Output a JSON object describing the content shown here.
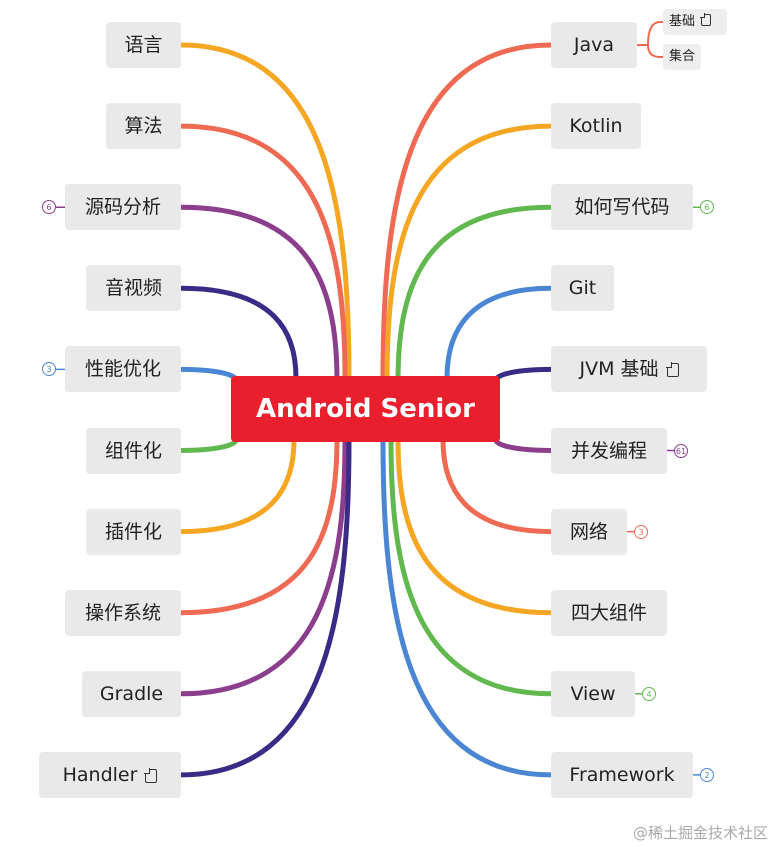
{
  "center": "Android Senior",
  "left_nodes": [
    {
      "label": "语言",
      "color": "#f5a623",
      "count": null,
      "note": false
    },
    {
      "label": "算法",
      "color": "#ee6a52",
      "count": null,
      "note": false
    },
    {
      "label": "源码分析",
      "color": "#8b3e8c",
      "count": "6",
      "note": false
    },
    {
      "label": "音视频",
      "color": "#3b2a86",
      "count": null,
      "note": false
    },
    {
      "label": "性能优化",
      "color": "#4a86d4",
      "count": "3",
      "note": false
    },
    {
      "label": "组件化",
      "color": "#61b84f",
      "count": null,
      "note": false
    },
    {
      "label": "插件化",
      "color": "#f5a623",
      "count": null,
      "note": false
    },
    {
      "label": "操作系统",
      "color": "#ee6a52",
      "count": null,
      "note": false
    },
    {
      "label": "Gradle",
      "color": "#8b3e8c",
      "count": null,
      "note": false
    },
    {
      "label": "Handler",
      "color": "#3b2a86",
      "count": null,
      "note": true
    }
  ],
  "right_nodes": [
    {
      "label": "Java",
      "color": "#ee6a52",
      "count": null,
      "note": false
    },
    {
      "label": "Kotlin",
      "color": "#f5a623",
      "count": null,
      "note": false
    },
    {
      "label": "如何写代码",
      "color": "#61b84f",
      "count": "6",
      "note": false
    },
    {
      "label": "Git",
      "color": "#4a86d4",
      "count": null,
      "note": false
    },
    {
      "label": "JVM 基础",
      "color": "#3b2a86",
      "count": null,
      "note": true
    },
    {
      "label": "并发编程",
      "color": "#8b3e8c",
      "count": "61",
      "note": false
    },
    {
      "label": "网络",
      "color": "#ee6a52",
      "count": "3",
      "note": false
    },
    {
      "label": "四大组件",
      "color": "#f5a623",
      "count": null,
      "note": false
    },
    {
      "label": "View",
      "color": "#61b84f",
      "count": "4",
      "note": false
    },
    {
      "label": "Framework",
      "color": "#4a86d4",
      "count": "2",
      "note": false
    }
  ],
  "java_children": [
    {
      "label": "基础",
      "note": true
    },
    {
      "label": "集合",
      "note": false
    }
  ],
  "watermark": "@稀土掘金技术社区"
}
